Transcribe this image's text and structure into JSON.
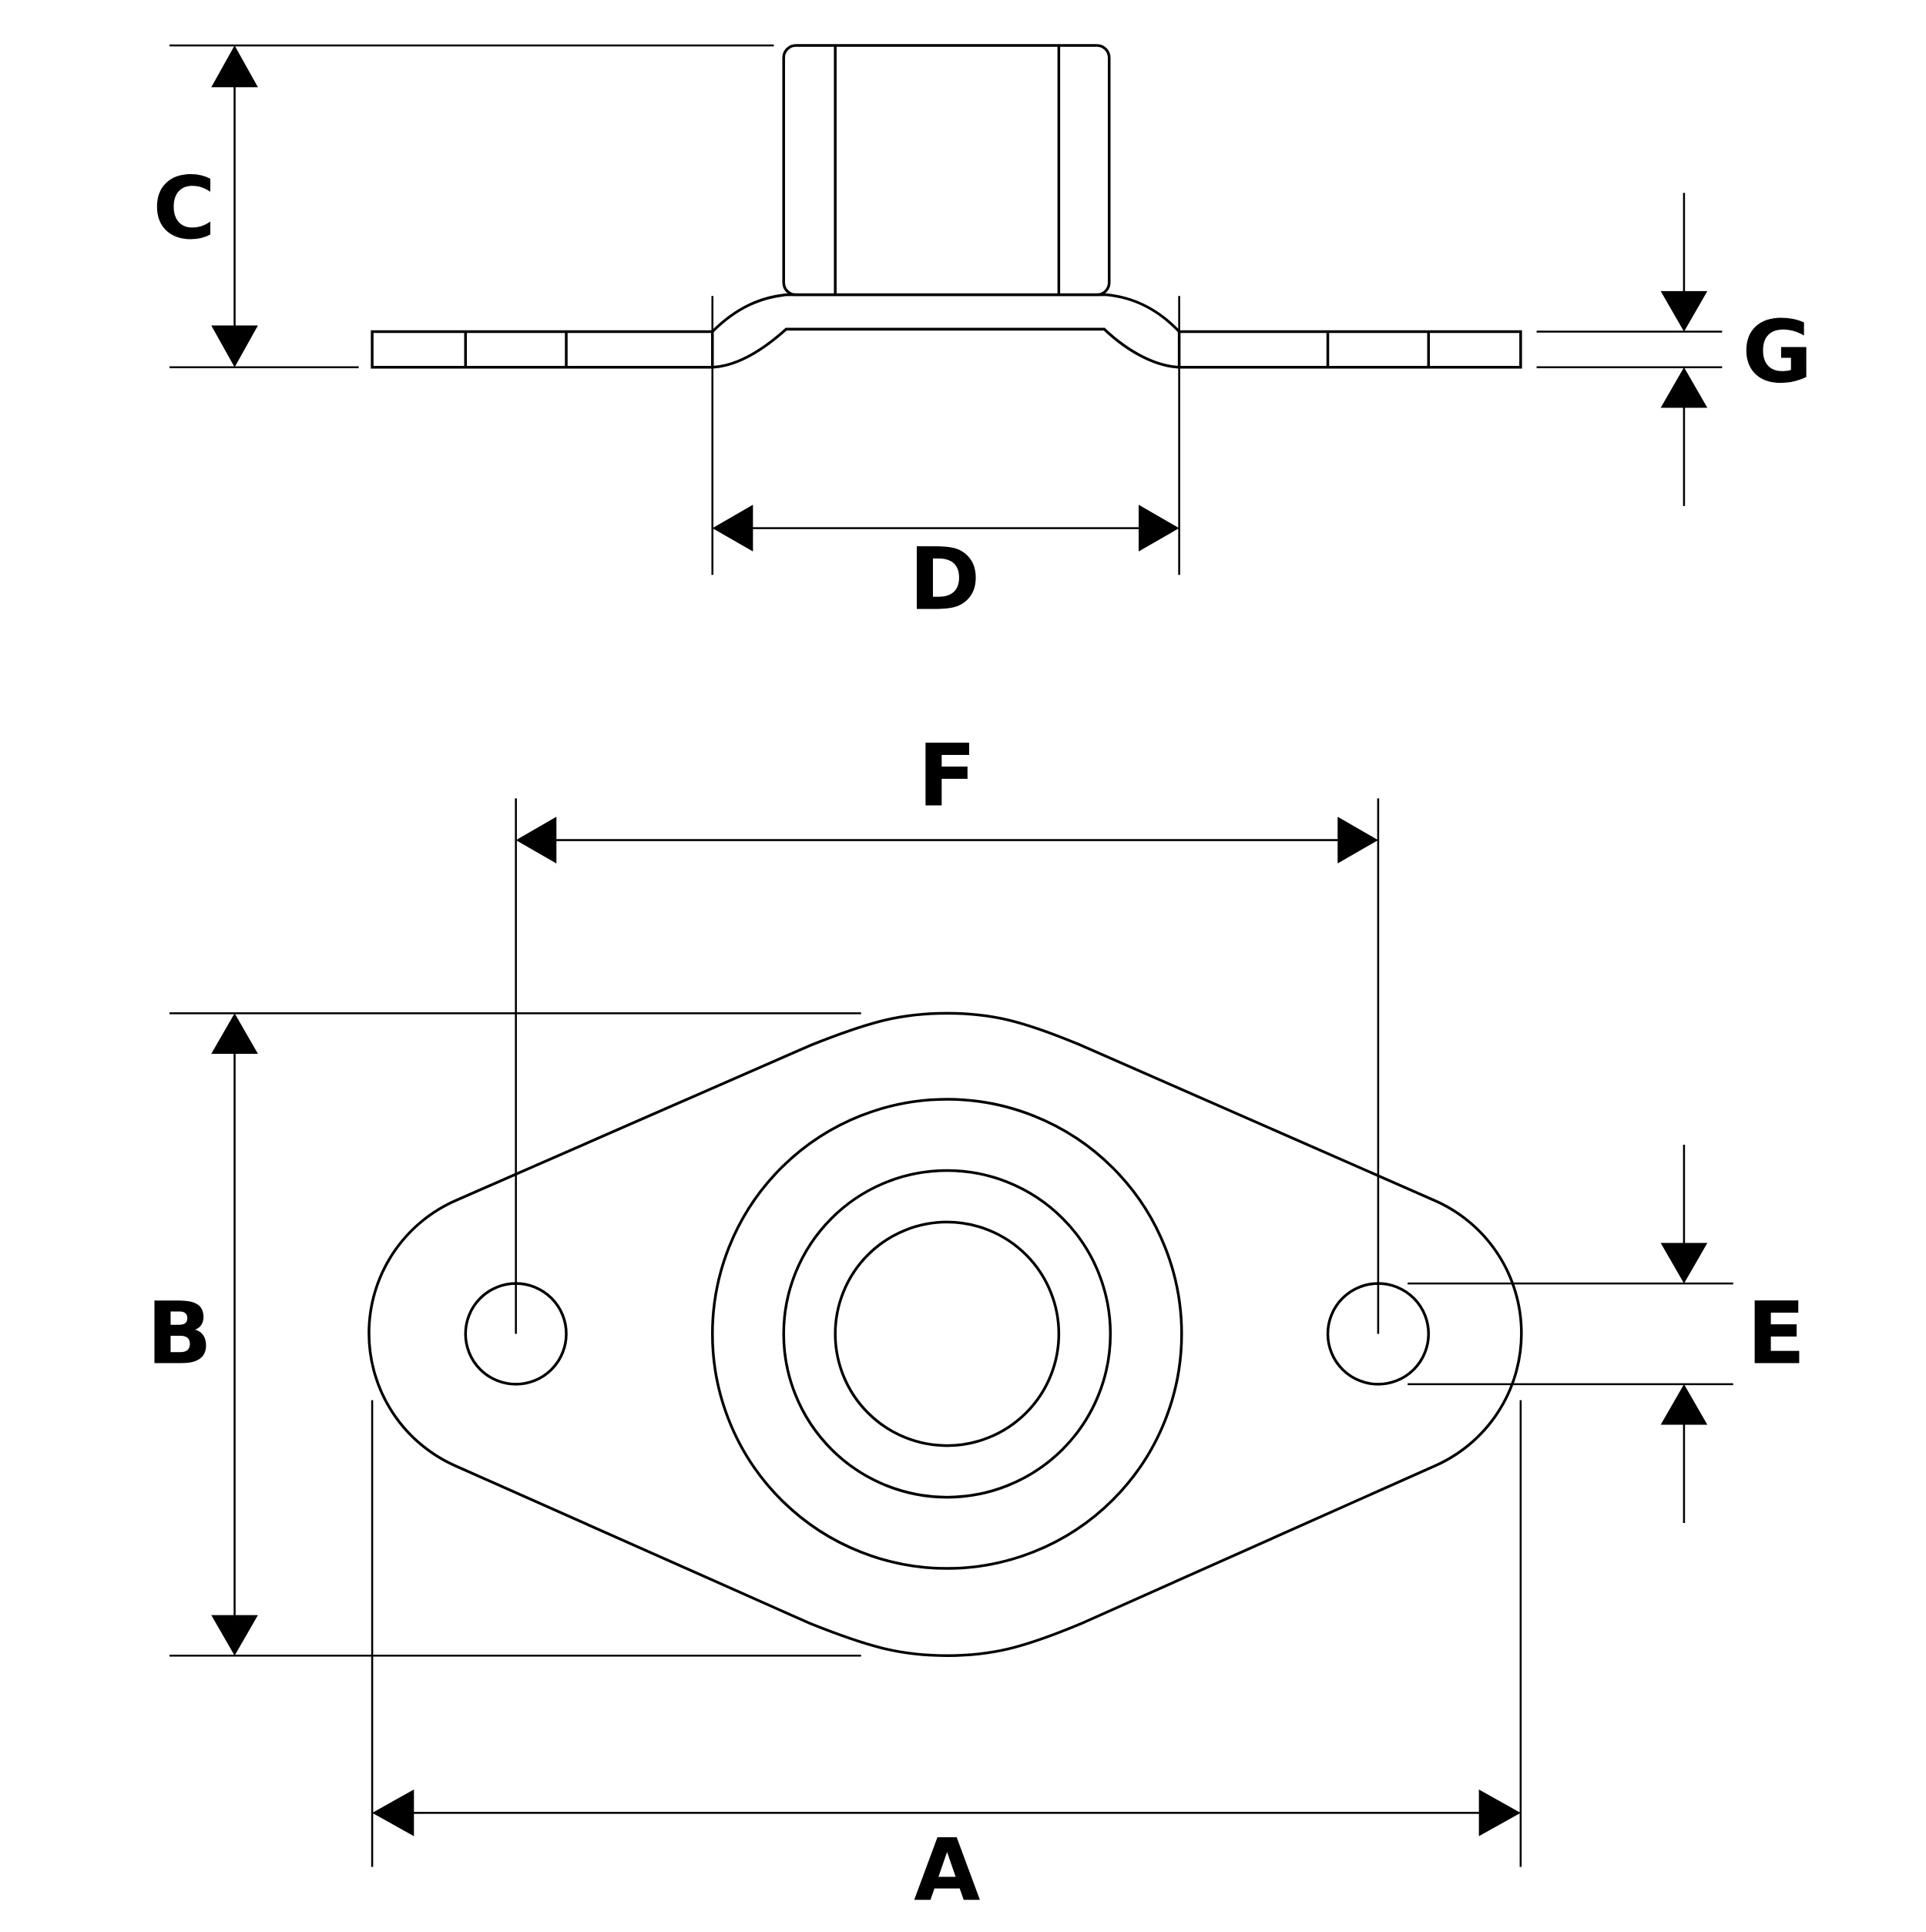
{
  "drawing": {
    "labels": {
      "A": "A",
      "B": "B",
      "C": "C",
      "D": "D",
      "E": "E",
      "F": "F",
      "G": "G"
    },
    "line_color": "#000000",
    "background": "#ffffff"
  }
}
